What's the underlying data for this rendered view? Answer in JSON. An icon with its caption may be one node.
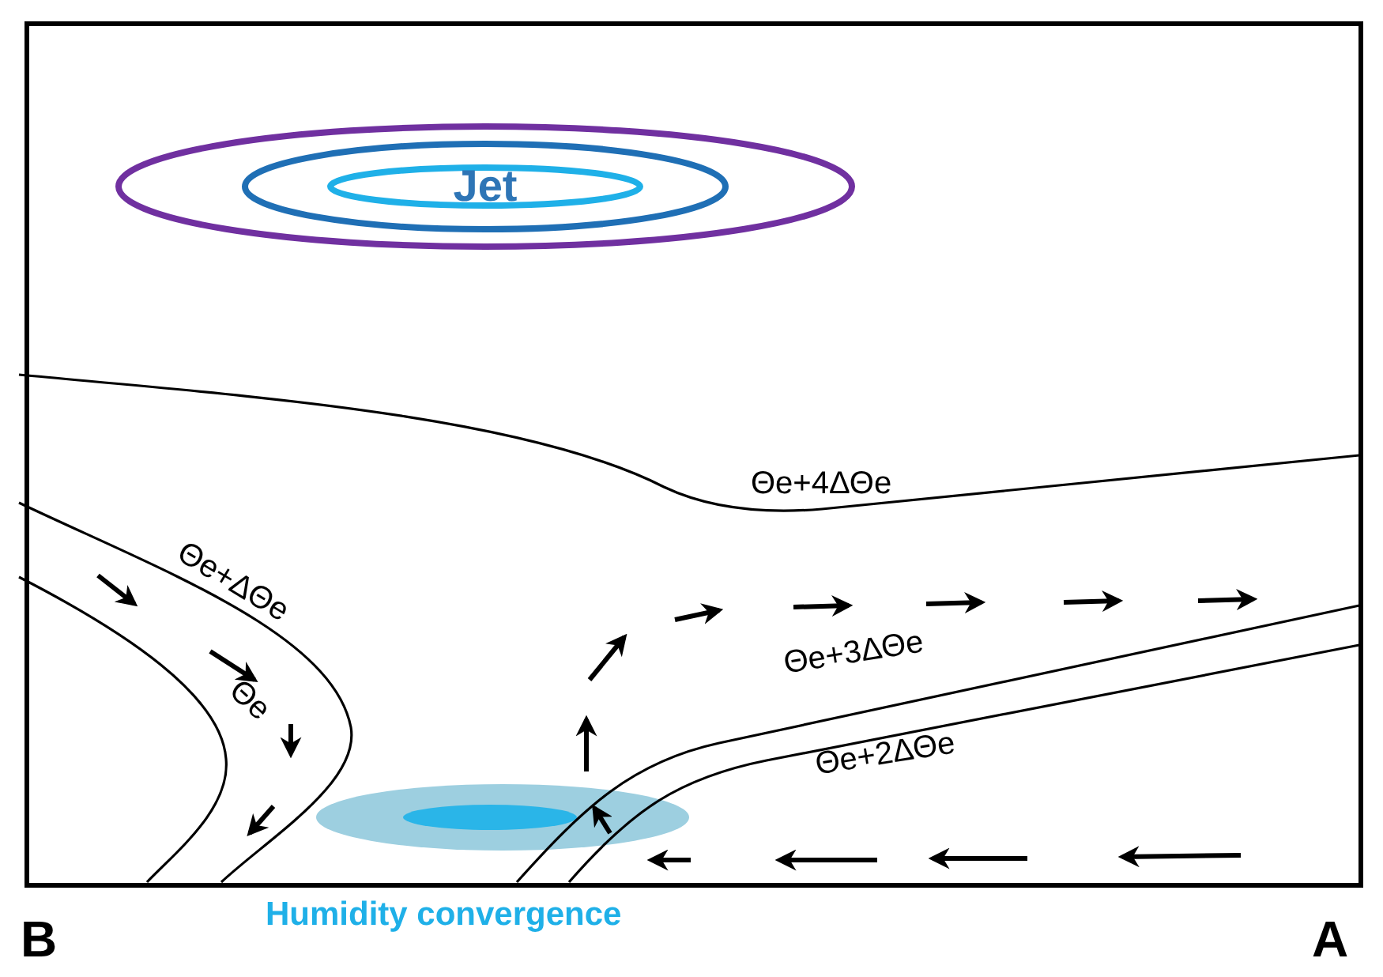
{
  "diagram": {
    "nodes": [
      {
        "text": [
          "Jet"
        ]
      }
    ],
    "edges": [],
    "labels": [
      "Θe+4ΔΘe",
      "Θe+ΔΘe",
      "Θe",
      "Θe+3ΔΘe",
      "Θe+2ΔΘe",
      "Humidity convergence",
      "B",
      "A"
    ]
  }
}
